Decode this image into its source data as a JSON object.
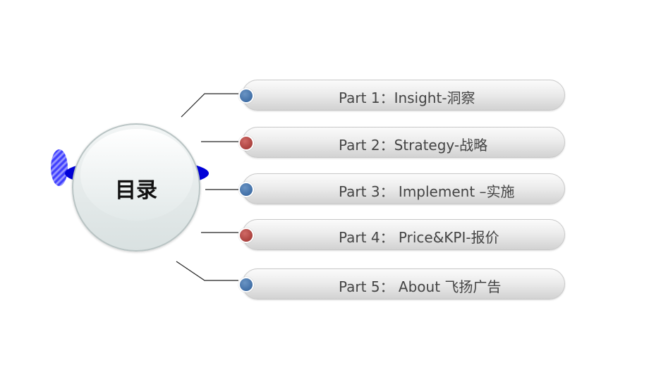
{
  "hub": {
    "title": "目录"
  },
  "items": [
    {
      "label": "Part 1：Insight-洞察",
      "dot_color": "blue"
    },
    {
      "label": "Part 2：Strategy-战略",
      "dot_color": "red"
    },
    {
      "label": "Part 3： Implement –实施",
      "dot_color": "blue"
    },
    {
      "label": "Part 4： Price&KPI-报价",
      "dot_color": "red"
    },
    {
      "label": "Part 5： About 飞扬广告",
      "dot_color": "blue"
    }
  ],
  "colors": {
    "blue_dot": "#2f5f99",
    "red_dot": "#9a2f2c",
    "ring": "#0000d8"
  }
}
